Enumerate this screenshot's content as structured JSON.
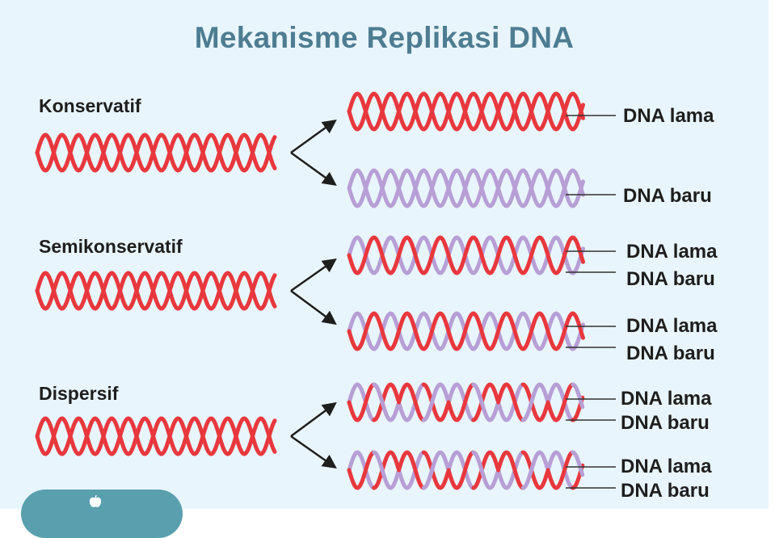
{
  "title": "Mekanisme Replikasi DNA",
  "colors": {
    "background": "#e9f5fc",
    "title": "#4e7d92",
    "old_strand": "#e8383d",
    "new_strand": "#b79fd6",
    "badge": "#5a9fae"
  },
  "sections": [
    {
      "name": "Konservatif",
      "products": [
        {
          "label": "DNA lama"
        },
        {
          "label": "DNA baru"
        }
      ]
    },
    {
      "name": "Semikonservatif",
      "products": [
        {
          "labels": [
            "DNA lama",
            "DNA baru"
          ]
        },
        {
          "labels": [
            "DNA lama",
            "DNA baru"
          ]
        }
      ]
    },
    {
      "name": "Dispersif",
      "products": [
        {
          "labels": [
            "DNA lama",
            "DNA baru"
          ]
        },
        {
          "labels": [
            "DNA lama",
            "DNA baru"
          ]
        }
      ]
    }
  ],
  "icons": {
    "arrow": "arrow-icon",
    "badge": "apple-icon"
  }
}
